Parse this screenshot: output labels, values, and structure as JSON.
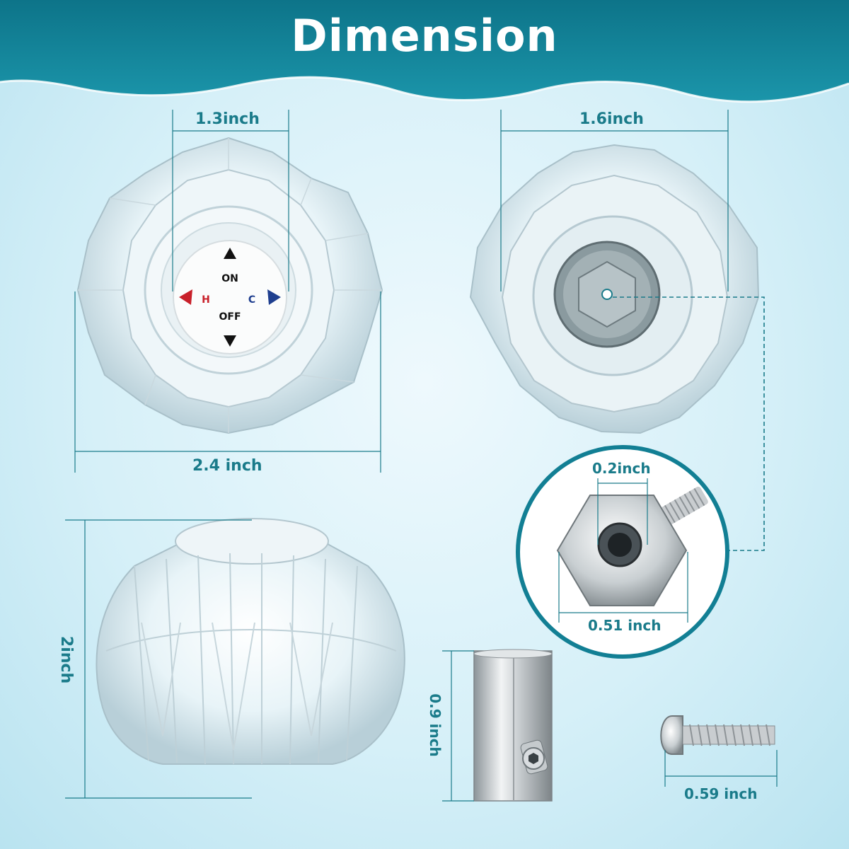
{
  "header": {
    "title": "Dimension"
  },
  "dimensions": {
    "knob_top_inner": "1.3inch",
    "knob_bottom_inner": "1.6inch",
    "knob_width": "2.4 inch",
    "adapter_hole": "0.2inch",
    "adapter_width": "0.51 inch",
    "knob_height": "2inch",
    "adapter_length": "0.9 inch",
    "screw_length": "0.59 inch"
  },
  "dial": {
    "on": "ON",
    "off": "OFF",
    "hot": "H",
    "cold": "C"
  },
  "colors": {
    "banner": "#127f94",
    "accent": "#1a7b8a",
    "hot": "#c8202a",
    "cold": "#1f3f8f"
  }
}
